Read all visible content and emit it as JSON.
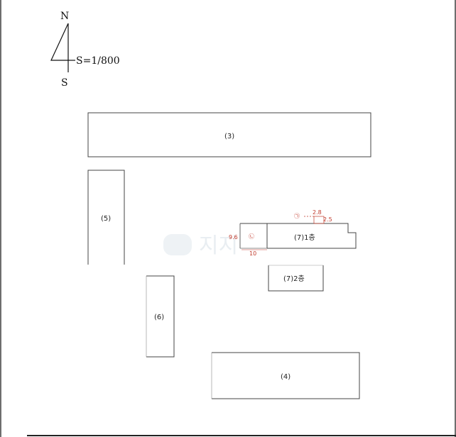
{
  "compass": {
    "north": "N",
    "south": "S",
    "scale": "S=1/800"
  },
  "parcels": [
    {
      "id": "p3",
      "label": "(3)"
    },
    {
      "id": "p5",
      "label": "(5)"
    },
    {
      "id": "p6",
      "label": "(6)"
    },
    {
      "id": "p4",
      "label": "(4)"
    },
    {
      "id": "p7_1",
      "label": "(7)1층"
    },
    {
      "id": "p7_2",
      "label": "(7)2층"
    }
  ],
  "annotations": {
    "marker_a": "㉠",
    "marker_b": "㉡",
    "dim_top": "2.8",
    "dim_right": "2.5",
    "dim_left": "9.6",
    "dim_bottom": "10"
  },
  "watermark": "지지"
}
